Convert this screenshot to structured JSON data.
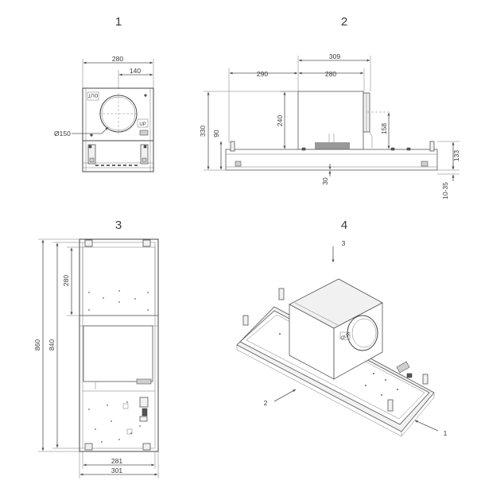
{
  "views": [
    {
      "number": "1"
    },
    {
      "number": "2"
    },
    {
      "number": "3"
    },
    {
      "number": "4"
    }
  ],
  "view1": {
    "width": "280",
    "half_width": "140",
    "diameter": "Ø150",
    "outlet_label": "OUT",
    "plate_label": "UP"
  },
  "view2": {
    "overall_width": "309",
    "front_offset": "290",
    "box_width": "280",
    "box_height": "240",
    "total_height": "330",
    "inner_height": "90",
    "outlet_center": "158",
    "panel_height": "133",
    "gap": "10-35",
    "rim": "30"
  },
  "view3": {
    "top_offset": "280",
    "total_length": "860",
    "inner_length": "840",
    "inner_width": "281",
    "outer_width": "301"
  },
  "view4": {
    "callout_3": "3",
    "callout_2": "2",
    "callout_1": "1",
    "outlet_label": "OUT"
  },
  "colors": {
    "line": "#555555",
    "grey_fill": "#cfcfcf",
    "panel_fill": "#f1f1f1"
  }
}
